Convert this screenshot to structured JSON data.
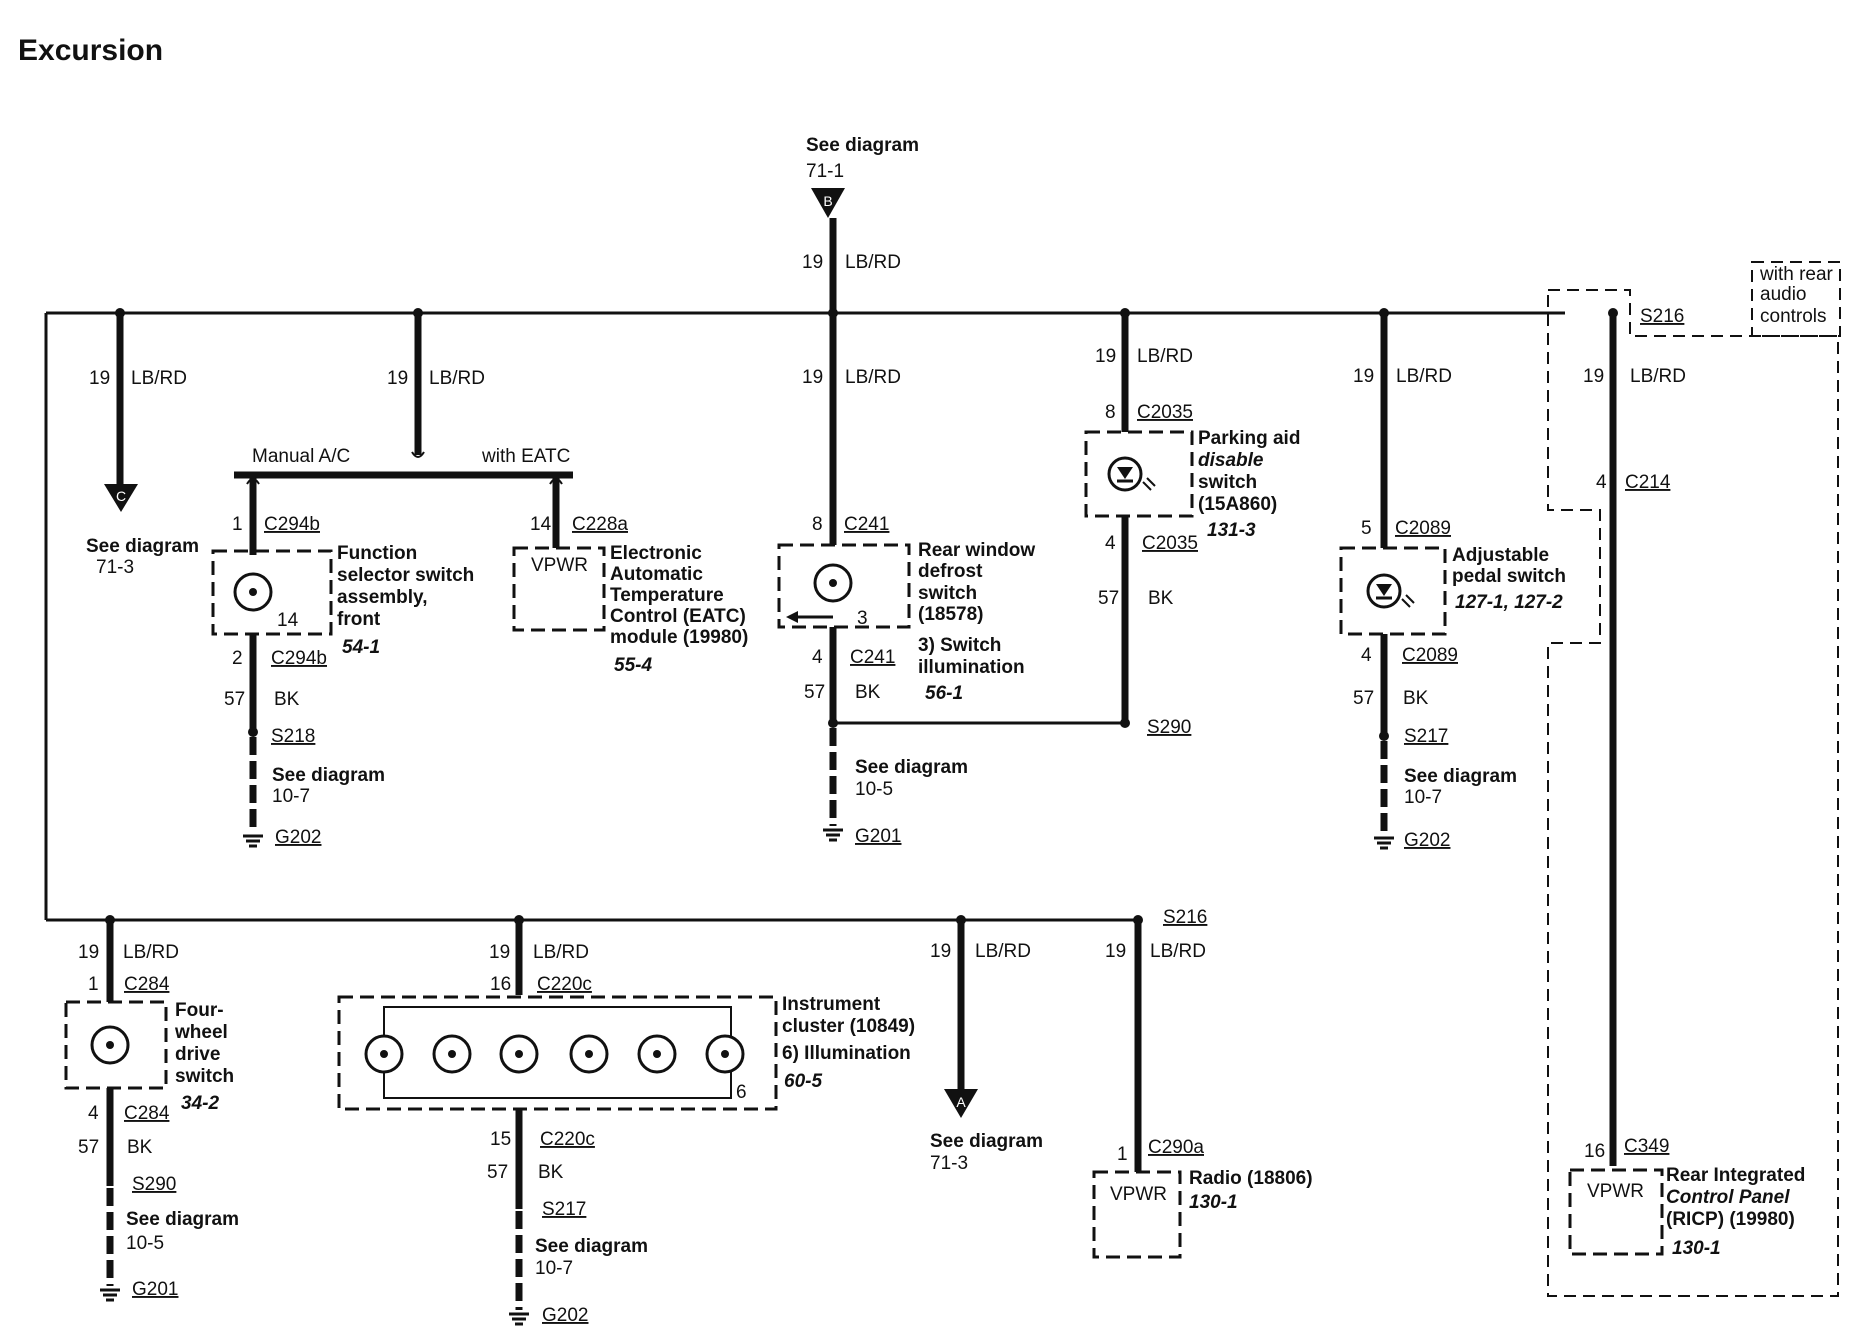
{
  "title": "Excursion",
  "top_source": {
    "label": "See diagram",
    "ref": "71-1",
    "marker": "B"
  },
  "main_wire": {
    "gauge": "19",
    "color": "LB/RD"
  },
  "branches": {
    "b1": {
      "gauge": "19",
      "color": "LB/RD",
      "dest_label": "See diagram",
      "dest_ref": "71-3",
      "marker": "C"
    },
    "b2": {
      "gauge": "19",
      "color": "LB/RD",
      "left_label": "Manual A/C",
      "right_label": "with EATC"
    },
    "b3": {
      "gauge": "19",
      "color": "LB/RD"
    },
    "b4": {
      "gauge": "19",
      "color": "LB/RD"
    },
    "b5": {
      "gauge": "19",
      "color": "LB/RD"
    },
    "b6": {
      "gauge": "19",
      "color": "LB/RD"
    },
    "b7": {
      "gauge": "19",
      "color": "LB/RD"
    },
    "b8": {
      "gauge": "19",
      "color": "LB/RD"
    },
    "b9": {
      "gauge": "19",
      "color": "LB/RD",
      "dest_label": "See diagram",
      "dest_ref": "71-3",
      "marker": "A"
    },
    "b10": {
      "gauge": "19",
      "color": "LB/RD"
    }
  },
  "components": {
    "function_selector": {
      "name_lines": [
        "Function",
        "selector switch",
        "assembly,",
        "front"
      ],
      "ref": "54-1",
      "pin_in": "1",
      "conn_in": "C294b",
      "pin_mid": "14",
      "pin_out": "2",
      "conn_out": "C294b",
      "ground_gauge": "57",
      "ground_color": "BK",
      "splice": "S218",
      "see_label": "See diagram",
      "see_ref": "10-7",
      "ground": "G202"
    },
    "eatc": {
      "name_lines": [
        "Electronic",
        "Automatic",
        "Temperature",
        "Control (EATC)",
        "module (19980)"
      ],
      "ref": "55-4",
      "pin_in": "14",
      "conn_in": "C228a",
      "box_label": "VPWR"
    },
    "rear_defrost": {
      "name_lines": [
        "Rear window",
        "defrost",
        "switch",
        "(18578)"
      ],
      "note_lines": [
        "3) Switch",
        "illumination"
      ],
      "ref": "56-1",
      "pin_in": "8",
      "conn_in": "C241",
      "pin_mid": "3",
      "pin_out": "4",
      "conn_out": "C241",
      "ground_gauge": "57",
      "ground_color": "BK",
      "see_label": "See diagram",
      "see_ref": "10-5",
      "ground": "G201"
    },
    "parking_aid": {
      "name_lines": [
        "Parking aid",
        "disable",
        "switch",
        "(15A860)"
      ],
      "ref": "131-3",
      "pin_in": "8",
      "conn_in": "C2035",
      "pin_out": "4",
      "conn_out": "C2035",
      "ground_gauge": "57",
      "ground_color": "BK",
      "splice": "S290"
    },
    "adjustable_pedal": {
      "name_lines": [
        "Adjustable",
        "pedal switch"
      ],
      "ref": "127-1, 127-2",
      "pin_in": "5",
      "conn_in": "C2089",
      "pin_out": "4",
      "conn_out": "C2089",
      "ground_gauge": "57",
      "ground_color": "BK",
      "splice": "S217",
      "see_label": "See diagram",
      "see_ref": "10-7",
      "ground": "G202"
    },
    "ricp": {
      "option_lines": [
        "with rear",
        "audio",
        "controls"
      ],
      "splice": "S216",
      "pin_mid": "4",
      "conn_mid": "C214",
      "pin_in": "16",
      "conn_in": "C349",
      "box_label": "VPWR",
      "name_lines": [
        "Rear Integrated",
        "Control Panel",
        "(RICP) (19980)"
      ],
      "ref": "130-1"
    },
    "four_wheel": {
      "name_lines": [
        "Four-",
        "wheel",
        "drive",
        "switch"
      ],
      "ref": "34-2",
      "pin_in": "1",
      "conn_in": "C284",
      "pin_out": "4",
      "conn_out": "C284",
      "ground_gauge": "57",
      "ground_color": "BK",
      "splice": "S290",
      "see_label": "See diagram",
      "see_ref": "10-5",
      "ground": "G201"
    },
    "cluster": {
      "name_lines": [
        "Instrument",
        "cluster (10849)",
        "6) Illumination"
      ],
      "ref": "60-5",
      "pin_in": "16",
      "conn_in": "C220c",
      "pin_mid": "6",
      "pin_out": "15",
      "conn_out": "C220c",
      "ground_gauge": "57",
      "ground_color": "BK",
      "splice": "S217",
      "see_label": "See diagram",
      "see_ref": "10-7",
      "ground": "G202"
    },
    "radio": {
      "pin_in": "1",
      "conn_in": "C290a",
      "box_label": "VPWR",
      "name": "Radio (18806)",
      "ref": "130-1"
    }
  },
  "lower_bus_splice": "S216"
}
